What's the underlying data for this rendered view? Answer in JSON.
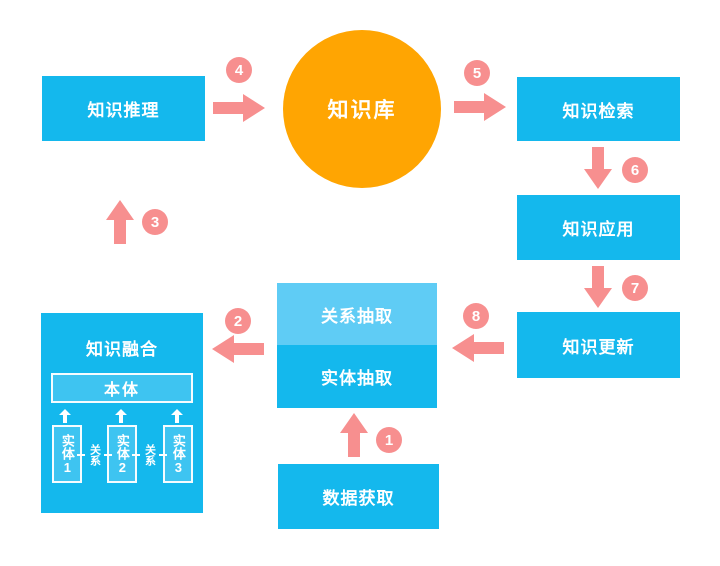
{
  "diagram": {
    "center": {
      "label": "知识库"
    },
    "nodes": {
      "reasoning": "知识推理",
      "retrieval": "知识检索",
      "application": "知识应用",
      "update": "知识更新",
      "relation_extraction": "关系抽取",
      "entity_extraction": "实体抽取",
      "data_acquisition": "数据获取"
    },
    "fusion": {
      "title": "知识融合",
      "ontology": "本体",
      "entities": [
        "实体1",
        "实体2",
        "实体3"
      ],
      "relation": "关系"
    },
    "steps": [
      "1",
      "2",
      "3",
      "4",
      "5",
      "6",
      "7",
      "8"
    ],
    "colors": {
      "blue": "#14B8ED",
      "light_blue": "#5FCCF5",
      "inner_blue": "#3EC4F1",
      "orange": "#FFA502",
      "pink": "#F78F8F",
      "text": "#FFFFFF"
    }
  }
}
